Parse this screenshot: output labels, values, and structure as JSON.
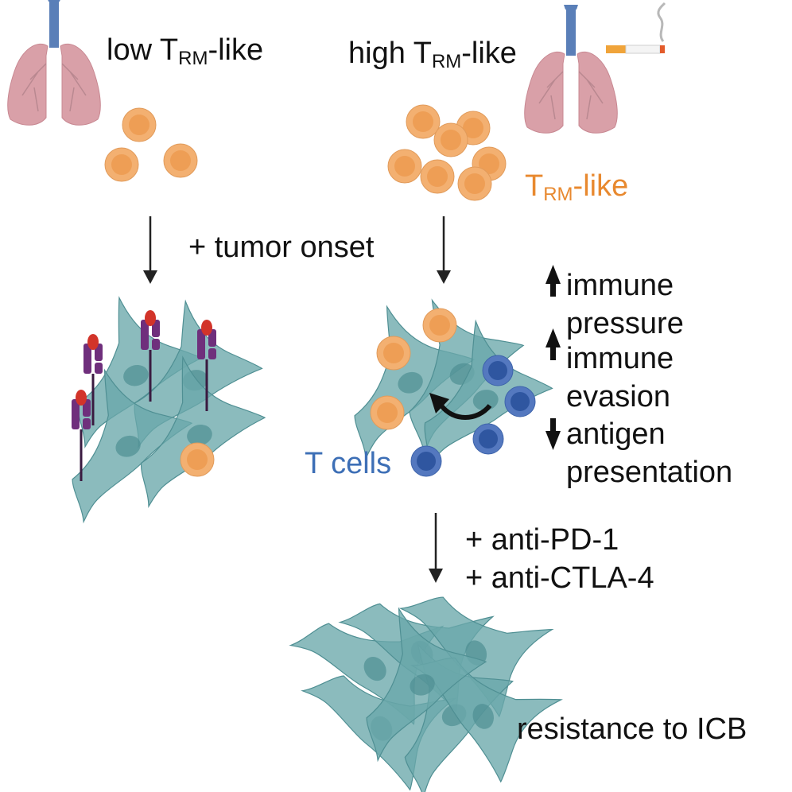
{
  "colors": {
    "trm_cell": "#f3b071",
    "trm_nucleus": "#ee9e55",
    "t_cell": "#5478bf",
    "t_cell_nucleus": "#2f56a0",
    "tumor_cell": "#6aa8ab",
    "tumor_nucleus": "#4f8f93",
    "receptor": "#6f2f7c",
    "ligand": "#d2342a",
    "lung": "#d9a0a8",
    "trachea": "#5a7fb8",
    "arrow": "#222222",
    "trm_label": "#e8892f",
    "tcell_label": "#3d6fb6"
  },
  "left_panel": {
    "title_prefix": "low T",
    "title_subscript": "RM",
    "title_suffix": "-like",
    "icon": "lungs-icon"
  },
  "right_panel": {
    "title_prefix": "high T",
    "title_subscript": "RM",
    "title_suffix": "-like",
    "icon": "lungs-icon",
    "extra_icon": "cigarette-icon",
    "trm_label_prefix": "T",
    "trm_label_subscript": "RM",
    "trm_label_suffix": "-like",
    "tcell_label": "T cells"
  },
  "step_labels": {
    "tumor_onset": "+ tumor onset",
    "treatment_1": "+ anti-PD-1",
    "treatment_2": "+ anti-CTLA-4",
    "outcome": "resistance to ICB"
  },
  "effects": [
    {
      "direction": "up",
      "line1": "immune",
      "line2": "pressure"
    },
    {
      "direction": "up",
      "line1": "immune",
      "line2": "evasion"
    },
    {
      "direction": "down",
      "line1": "antigen",
      "line2": "presentation"
    }
  ]
}
